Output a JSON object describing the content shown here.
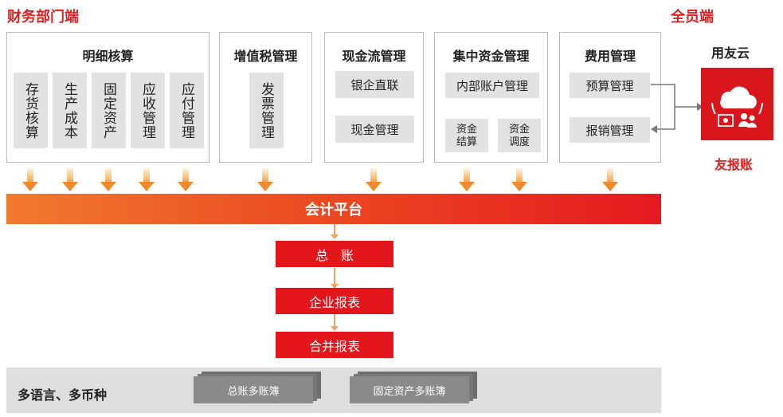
{
  "header": {
    "left_title": "财务部门端",
    "right_title": "全员端"
  },
  "modules": {
    "detail": {
      "title": "明细核算",
      "items": [
        "存货核算",
        "生产成本",
        "固定资产",
        "应收管理",
        "应付管理"
      ]
    },
    "vat": {
      "title": "增值税管理",
      "items": [
        "发票管理"
      ]
    },
    "cashflow": {
      "title": "现金流管理",
      "items": [
        "银企直联",
        "现金管理"
      ]
    },
    "treasury": {
      "title": "集中资金管理",
      "items": [
        "内部账户管理",
        "资金\n结算",
        "资金\n调度"
      ]
    },
    "expense": {
      "title": "费用管理",
      "items": [
        "预算管理",
        "报销管理"
      ]
    }
  },
  "app": {
    "brand": "用友云",
    "name": "友报账",
    "icon": "cloud-people-icon"
  },
  "platform": {
    "label": "会计平台"
  },
  "flow": [
    "总　账",
    "企业报表",
    "合并报表"
  ],
  "bottom": {
    "label": "多语言、多币种",
    "books": [
      "总账多账簿",
      "固定资产多账簿"
    ]
  },
  "colors": {
    "accent_red": "#e3161c",
    "orange": "#f08a2a",
    "gray_box": "#e2e2e2"
  }
}
